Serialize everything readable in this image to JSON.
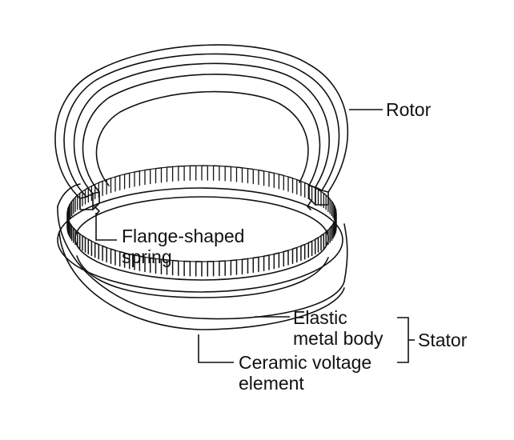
{
  "labels": {
    "rotor": "Rotor",
    "flange_line1": "Flange-shaped",
    "flange_line2": "spring",
    "elastic_line1": "Elastic",
    "elastic_line2": "metal body",
    "stator": "Stator",
    "ceramic_line1": "Ceramic voltage",
    "ceramic_line2": "element"
  },
  "colors": {
    "line": "#111111",
    "background": "#ffffff"
  }
}
